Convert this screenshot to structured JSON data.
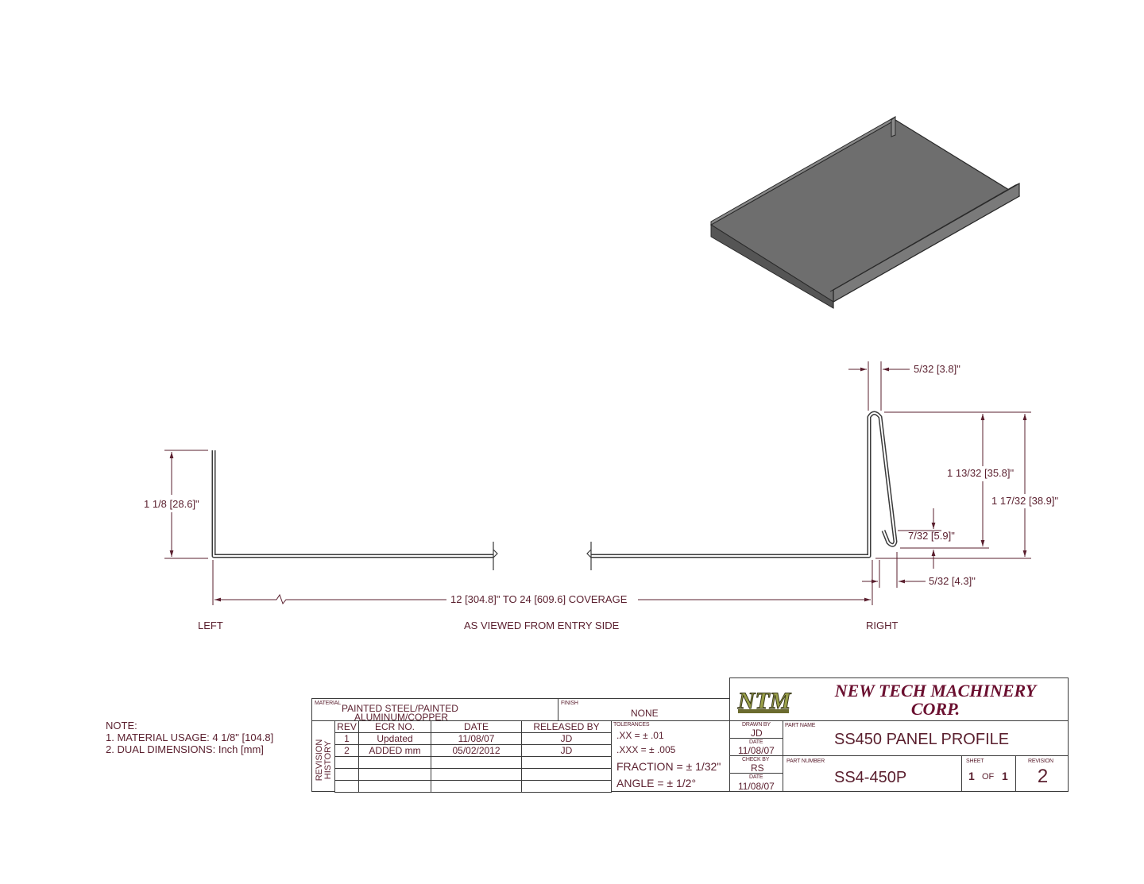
{
  "dimensions": {
    "top_tab_width": "5/32 [3.8]\"",
    "right_height": "1 13/32 [35.8]\"",
    "right_overall_height": "1 17/32 [38.9]\"",
    "hook_height": "7/32 [5.9]\"",
    "bottom_tab_width": "5/32 [4.3]\"",
    "left_height": "1 1/8 [28.6]\"",
    "coverage": "12 [304.8]\" TO 24 [609.6] COVERAGE"
  },
  "view_labels": {
    "left": "LEFT",
    "center": "AS VIEWED FROM ENTRY SIDE",
    "right": "RIGHT"
  },
  "notes": {
    "heading": "NOTE:",
    "items": [
      "1.  MATERIAL USAGE: 4 1/8\" [104.8]",
      "2.  DUAL DIMENSIONS: Inch [mm]"
    ]
  },
  "title_block": {
    "material_label": "MATERIAL",
    "material_line1": "PAINTED STEEL/PAINTED",
    "material_line2": "ALUMINUM/COPPER",
    "finish_label": "FINISH",
    "finish": "NONE",
    "company_line1": "NEW TECH MACHINERY",
    "company_line2": "CORP.",
    "logo_text": "NTM",
    "revision_history_label": "REVISION HISTORY",
    "rev_headers": [
      "REV",
      "ECR NO.",
      "DATE",
      "RELEASED BY"
    ],
    "rev_rows": [
      [
        "1",
        "Updated",
        "11/08/07",
        "JD"
      ],
      [
        "2",
        "ADDED mm",
        "05/02/2012",
        "JD"
      ]
    ],
    "tolerances_label": "TOLERANCES",
    "tolerances": [
      ".XX = ± .01",
      ".XXX = ± .005",
      "FRACTION = ± 1/32\"",
      "ANGLE = ± 1/2°"
    ],
    "drawn_by_label": "DRAWN BY",
    "drawn_by": "JD",
    "date_label": "DATE",
    "drawn_date": "11/08/07",
    "check_by_label": "CHECK BY",
    "check_by": "RS",
    "check_date": "11/08/07",
    "part_name_label": "PART NAME",
    "part_name": "SS450 PANEL PROFILE",
    "part_number_label": "PART NUMBER",
    "part_number": "SS4-450P",
    "sheet_label": "SHEET",
    "sheet": "1",
    "sheet_of": "OF",
    "sheet_total": "1",
    "revision_label": "REVISION",
    "revision": "2"
  },
  "colors": {
    "annotation": "#5a1f2e",
    "panel_top": "#6e6e6e",
    "panel_edge": "#3a3a3a",
    "logo": "#9aa04a"
  }
}
